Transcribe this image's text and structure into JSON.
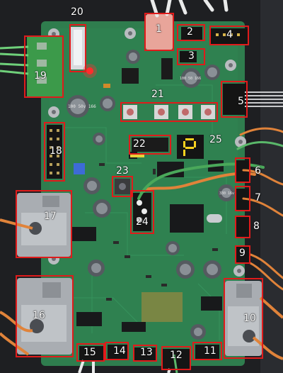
{
  "photo": {
    "subject": "electronics-circuit-board",
    "colors": {
      "pcb": "#2f7d4e",
      "pcb_dark": "#1f5a37",
      "background": "#1e1f22",
      "annotation": "#e01b1b",
      "terminal_green": "#3c9a4a",
      "display_segment": "#ffd21f"
    }
  },
  "callouts": [
    {
      "id": "c1",
      "label": "1"
    },
    {
      "id": "c2",
      "label": "2"
    },
    {
      "id": "c3",
      "label": "3"
    },
    {
      "id": "c4",
      "label": "4"
    },
    {
      "id": "c5",
      "label": "5"
    },
    {
      "id": "c6",
      "label": "6"
    },
    {
      "id": "c7",
      "label": "7"
    },
    {
      "id": "c8",
      "label": "8"
    },
    {
      "id": "c9",
      "label": "9"
    },
    {
      "id": "c10",
      "label": "10"
    },
    {
      "id": "c11",
      "label": "11"
    },
    {
      "id": "c12",
      "label": "12"
    },
    {
      "id": "c13",
      "label": "13"
    },
    {
      "id": "c14",
      "label": "14"
    },
    {
      "id": "c15",
      "label": "15"
    },
    {
      "id": "c16",
      "label": "16"
    },
    {
      "id": "c17",
      "label": "17"
    },
    {
      "id": "c18",
      "label": "18"
    },
    {
      "id": "c19",
      "label": "19"
    },
    {
      "id": "c20",
      "label": "20"
    },
    {
      "id": "c21",
      "label": "21"
    },
    {
      "id": "c22",
      "label": "22"
    },
    {
      "id": "c23",
      "label": "23"
    },
    {
      "id": "c24",
      "label": "24"
    },
    {
      "id": "c25",
      "label": "25"
    }
  ],
  "silkscreen": {
    "cap_a": "100 50v 166",
    "cap_b": "330 16v 166",
    "cap_c": "100 50 166"
  }
}
